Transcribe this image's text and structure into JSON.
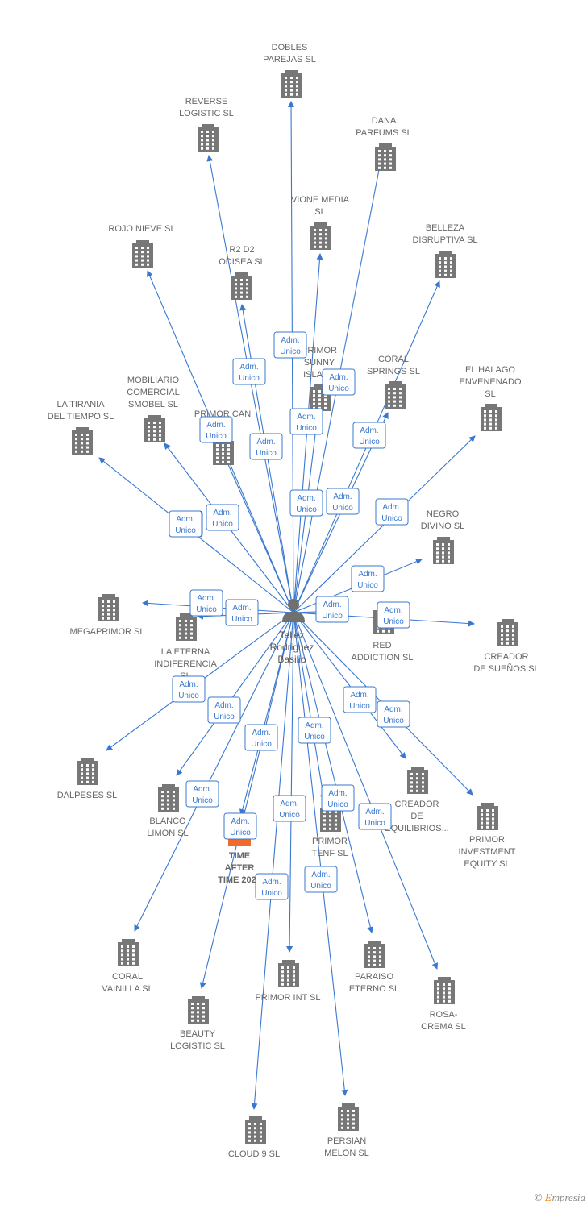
{
  "colors": {
    "edge": "#3a78d0",
    "building": "#777777",
    "badge_border": "#3a78d0",
    "highlight": "#f06a2a"
  },
  "center": {
    "name_lines": [
      "Tellez",
      "Rodriguez",
      "Basilio"
    ],
    "icon": "person-icon"
  },
  "relation_label": [
    "Adm.",
    "Unico"
  ],
  "footer": {
    "symbol": "©",
    "brand_initial": "E",
    "brand_rest": "mpresia"
  },
  "nodes": [
    {
      "id": "dobles-parejas",
      "lines": [
        "DOBLES",
        "PAREJAS SL"
      ]
    },
    {
      "id": "reverse-logistic",
      "lines": [
        "REVERSE",
        "LOGISTIC  SL"
      ]
    },
    {
      "id": "dana-parfums",
      "lines": [
        "DANA",
        "PARFUMS  SL"
      ]
    },
    {
      "id": "vione-media",
      "lines": [
        "VIONE MEDIA",
        "SL"
      ]
    },
    {
      "id": "rojo-nieve",
      "lines": [
        "ROJO NIEVE SL"
      ]
    },
    {
      "id": "belleza-disruptiva",
      "lines": [
        "BELLEZA",
        "DISRUPTIVA  SL"
      ]
    },
    {
      "id": "r2d2-odisea",
      "lines": [
        "R2 D2",
        "ODISEA  SL"
      ]
    },
    {
      "id": "primor-sunny",
      "lines": [
        "PRIMOR",
        "SUNNY",
        "ISLAND"
      ]
    },
    {
      "id": "coral-springs",
      "lines": [
        "CORAL",
        "SPRINGS SL"
      ]
    },
    {
      "id": "el-halago",
      "lines": [
        "EL HALAGO",
        "ENVENENADO",
        "SL"
      ]
    },
    {
      "id": "mobiliario",
      "lines": [
        "MOBILIARIO",
        "COMERCIAL",
        "SMOBEL  SL"
      ]
    },
    {
      "id": "la-tirania",
      "lines": [
        "LA TIRANIA",
        "DEL TIEMPO  SL"
      ]
    },
    {
      "id": "primor-can",
      "lines": [
        "PRIMOR CAN"
      ]
    },
    {
      "id": "negro-divino",
      "lines": [
        "NEGRO",
        "DIVINO SL"
      ]
    },
    {
      "id": "megaprimor",
      "lines": [
        "MEGAPRIMOR SL"
      ]
    },
    {
      "id": "la-eterna",
      "lines": [
        "LA ETERNA",
        "INDIFERENCIA",
        "SL"
      ]
    },
    {
      "id": "red-addiction",
      "lines": [
        "RED",
        "ADDICTION  SL"
      ]
    },
    {
      "id": "creador-suenos",
      "lines": [
        "CREADOR",
        "DE SUEÑOS  SL"
      ]
    },
    {
      "id": "dalpeses",
      "lines": [
        "DALPESES SL"
      ]
    },
    {
      "id": "blanco-limon",
      "lines": [
        "BLANCO",
        "LIMON SL"
      ]
    },
    {
      "id": "time-after-time",
      "lines": [
        "TIME",
        "AFTER",
        "TIME 2023"
      ]
    },
    {
      "id": "primor-tenf",
      "lines": [
        "PRIMOR",
        "TENF  SL"
      ]
    },
    {
      "id": "creador-equilibrios",
      "lines": [
        "CREADOR",
        "DE",
        "EQUILIBRIOS..."
      ]
    },
    {
      "id": "primor-investment",
      "lines": [
        "PRIMOR",
        "INVESTMENT",
        "EQUITY  SL"
      ]
    },
    {
      "id": "coral-vainilla",
      "lines": [
        "CORAL",
        "VAINILLA SL"
      ]
    },
    {
      "id": "beauty-logistic",
      "lines": [
        "BEAUTY",
        "LOGISTIC  SL"
      ]
    },
    {
      "id": "primor-int",
      "lines": [
        "PRIMOR INT  SL"
      ]
    },
    {
      "id": "paraiso-eterno",
      "lines": [
        "PARAISO",
        "ETERNO  SL"
      ]
    },
    {
      "id": "rosa-crema",
      "lines": [
        "ROSA-",
        "CREMA SL"
      ]
    },
    {
      "id": "cloud-9",
      "lines": [
        "CLOUD 9  SL"
      ]
    },
    {
      "id": "persian-melon",
      "lines": [
        "PERSIAN",
        "MELON SL"
      ]
    }
  ]
}
